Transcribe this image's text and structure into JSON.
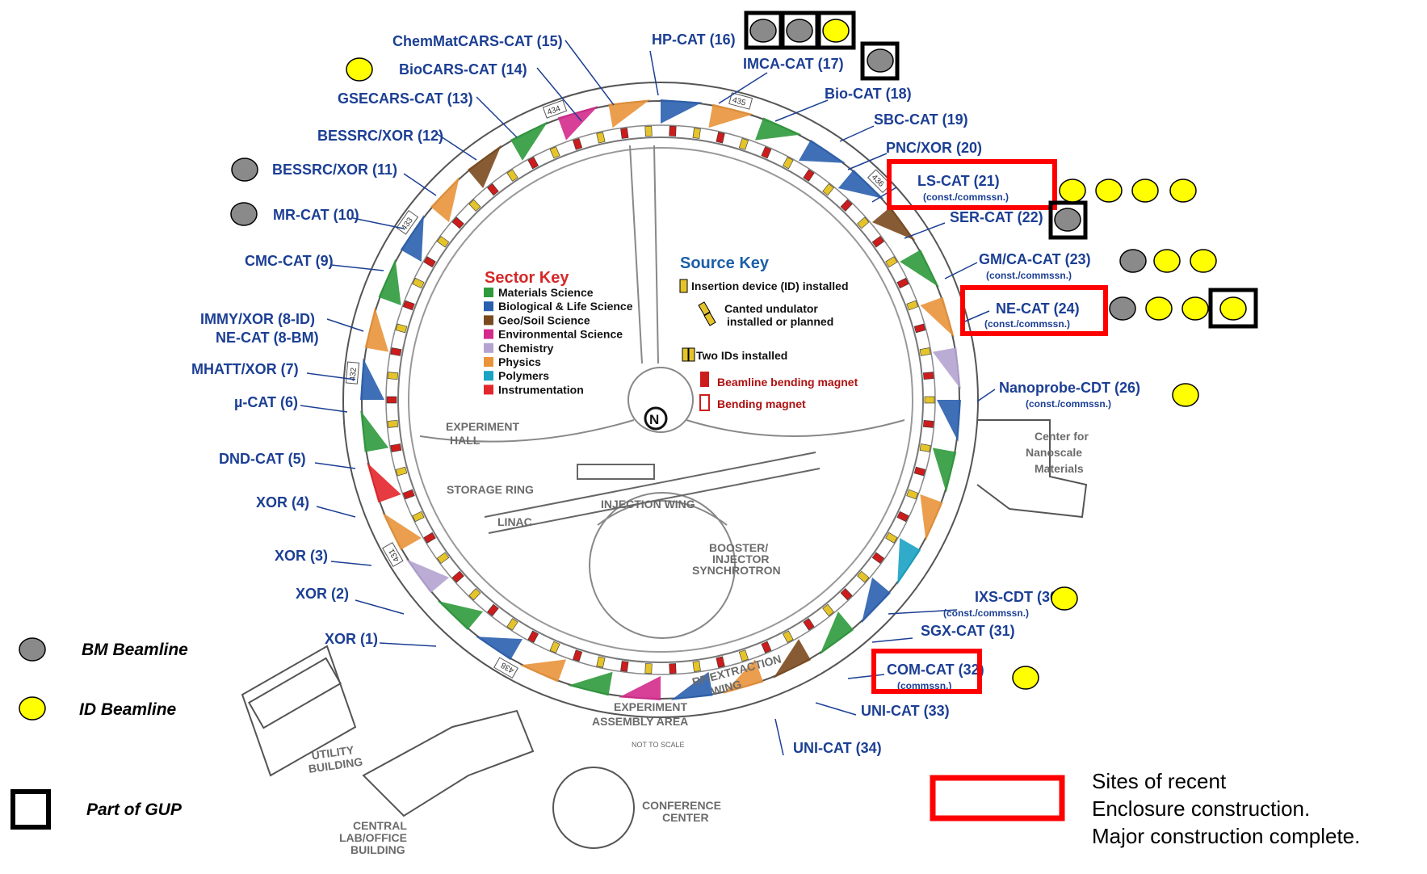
{
  "labels": {
    "chemmatcars": "ChemMatCARS-CAT (15)",
    "biocars": "BioCARS-CAT (14)",
    "gsecars": "GSECARS-CAT (13)",
    "bessrc12": "BESSRC/XOR (12)",
    "bessrc11": "BESSRC/XOR (11)",
    "mrcat": "MR-CAT (10)",
    "cmccat": "CMC-CAT (9)",
    "immy": "IMMY/XOR (8-ID)",
    "necat8": "NE-CAT (8-BM)",
    "mhatt": "MHATT/XOR (7)",
    "mucat": "µ-CAT (6)",
    "dndcat": "DND-CAT (5)",
    "xor4": "XOR (4)",
    "xor3": "XOR (3)",
    "xor2": "XOR (2)",
    "xor1": "XOR (1)",
    "hpcat": "HP-CAT (16)",
    "imca": "IMCA-CAT (17)",
    "biocat": "Bio-CAT (18)",
    "sbccat": "SBC-CAT (19)",
    "pncxor": "PNC/XOR (20)",
    "lscat": "LS-CAT (21)",
    "lscat_sub": "(const./commssn.)",
    "sercat": "SER-CAT (22)",
    "gmca": "GM/CA-CAT (23)",
    "gmca_sub": "(const./commssn.)",
    "necat24": "NE-CAT (24)",
    "necat24_sub": "(const./commssn.)",
    "nanoprobe": "Nanoprobe-CDT (26)",
    "nanoprobe_sub": "(const./commssn.)",
    "cnm1": "Center for",
    "cnm2": "Nanoscale",
    "cnm3": "Materials",
    "ixs": "IXS-CDT (30)",
    "ixs_sub": "(const./commssn.)",
    "sgx": "SGX-CAT (31)",
    "comcat": "COM-CAT (32)",
    "comcat_sub": "(commssn.)",
    "unicat33": "UNI-CAT (33)",
    "unicat34": "UNI-CAT (34)"
  },
  "buildings": {
    "experiment_hall_1": "EXPERIMENT",
    "experiment_hall_2": "HALL",
    "storage_ring": "STORAGE RING",
    "injection_wing": "INJECTION WING",
    "linac": "LINAC",
    "booster_1": "BOOSTER/",
    "booster_2": "INJECTOR",
    "booster_3": "SYNCHROTRON",
    "rf_1": "RF/EXTRACTION",
    "rf_2": "WING",
    "assembly_1": "EXPERIMENT",
    "assembly_2": "ASSEMBLY AREA",
    "not_to_scale": "NOT TO SCALE",
    "utility_1": "UTILITY",
    "utility_2": "BUILDING",
    "central_1": "CENTRAL",
    "central_2": "LAB/OFFICE",
    "central_3": "BUILDING",
    "conference_1": "CONFERENCE",
    "conference_2": "CENTER",
    "north": "N"
  },
  "sector_key": {
    "title": "Sector Key",
    "items": [
      {
        "label": "Materials Science",
        "color": "#2f9a3c"
      },
      {
        "label": "Biological & Life Science",
        "color": "#2a5fae"
      },
      {
        "label": "Geo/Soil Science",
        "color": "#7a4a1e"
      },
      {
        "label": "Environmental Science",
        "color": "#d42a8c"
      },
      {
        "label": "Chemistry",
        "color": "#b4a3d1"
      },
      {
        "label": "Physics",
        "color": "#e9943a"
      },
      {
        "label": "Polymers",
        "color": "#1aa3c4"
      },
      {
        "label": "Instrumentation",
        "color": "#e3262b"
      }
    ]
  },
  "source_key": {
    "title": "Source Key",
    "items": [
      {
        "label": "Insertion device (ID) installed"
      },
      {
        "label": "Canted undulator"
      },
      {
        "label": "installed or planned"
      },
      {
        "label": "Two IDs installed"
      },
      {
        "label": "Beamline bending magnet"
      },
      {
        "label": "Bending magnet"
      }
    ]
  },
  "legend": {
    "bm": "BM Beamline",
    "id": "ID Beamline",
    "gup": "Part of GUP"
  },
  "note": {
    "line1": "Sites of recent",
    "line2": "Enclosure construction.",
    "line3": "Major construction complete."
  },
  "ring_numbers": [
    "434",
    "435",
    "433",
    "432",
    "431",
    "436",
    "438"
  ],
  "colors": {
    "label_blue": "#1c3f94",
    "bm_grey": "#8a8a8a",
    "id_yellow": "#ffff00",
    "box_red": "#ff0000",
    "box_black": "#000000"
  }
}
